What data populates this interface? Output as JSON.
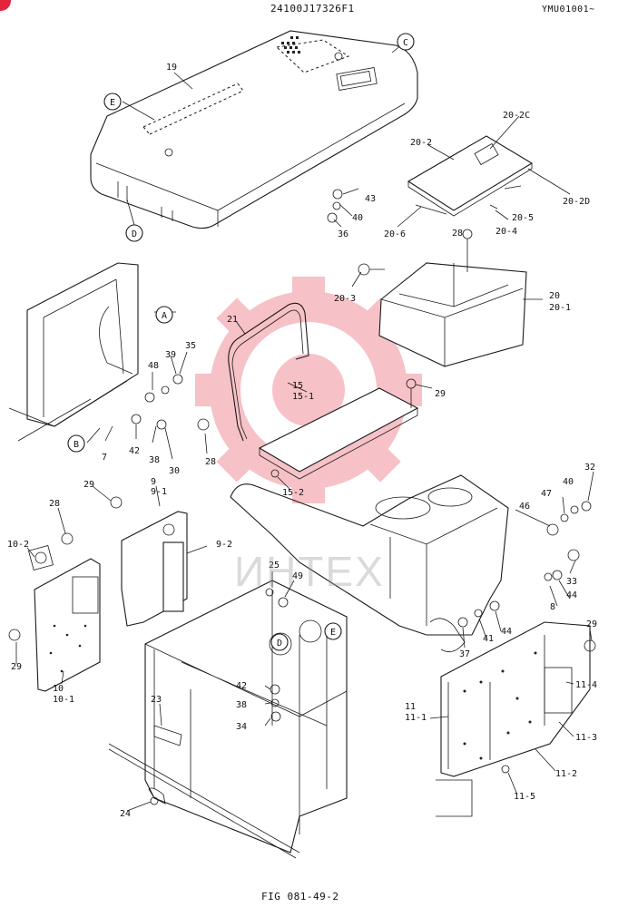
{
  "header": {
    "code": "24100J17326F1",
    "serial": "YMU01001~"
  },
  "caption": "FIG 081-49-2",
  "watermark": "ИНТЕХ",
  "brand_color": "#e2253a",
  "callouts": [
    "A",
    "B",
    "C",
    "D",
    "E",
    "D",
    "E"
  ],
  "part_labels": [
    "19",
    "20-2C",
    "20-2",
    "20-2D",
    "20-6",
    "20-5",
    "20-4",
    "28",
    "43",
    "40",
    "36",
    "20-3",
    "20",
    "20-1",
    "21",
    "48",
    "39",
    "35",
    "15",
    "15-1",
    "29",
    "7",
    "42",
    "38",
    "30",
    "28",
    "15-2",
    "9",
    "9-1",
    "29",
    "28",
    "9-2",
    "10-2",
    "46",
    "47",
    "40",
    "32",
    "25",
    "49",
    "33",
    "44",
    "8",
    "44",
    "41",
    "37",
    "29",
    "29",
    "10",
    "10-1",
    "42",
    "38",
    "34",
    "23",
    "11",
    "11-1",
    "11-4",
    "11-3",
    "11-2",
    "11-5",
    "24"
  ]
}
